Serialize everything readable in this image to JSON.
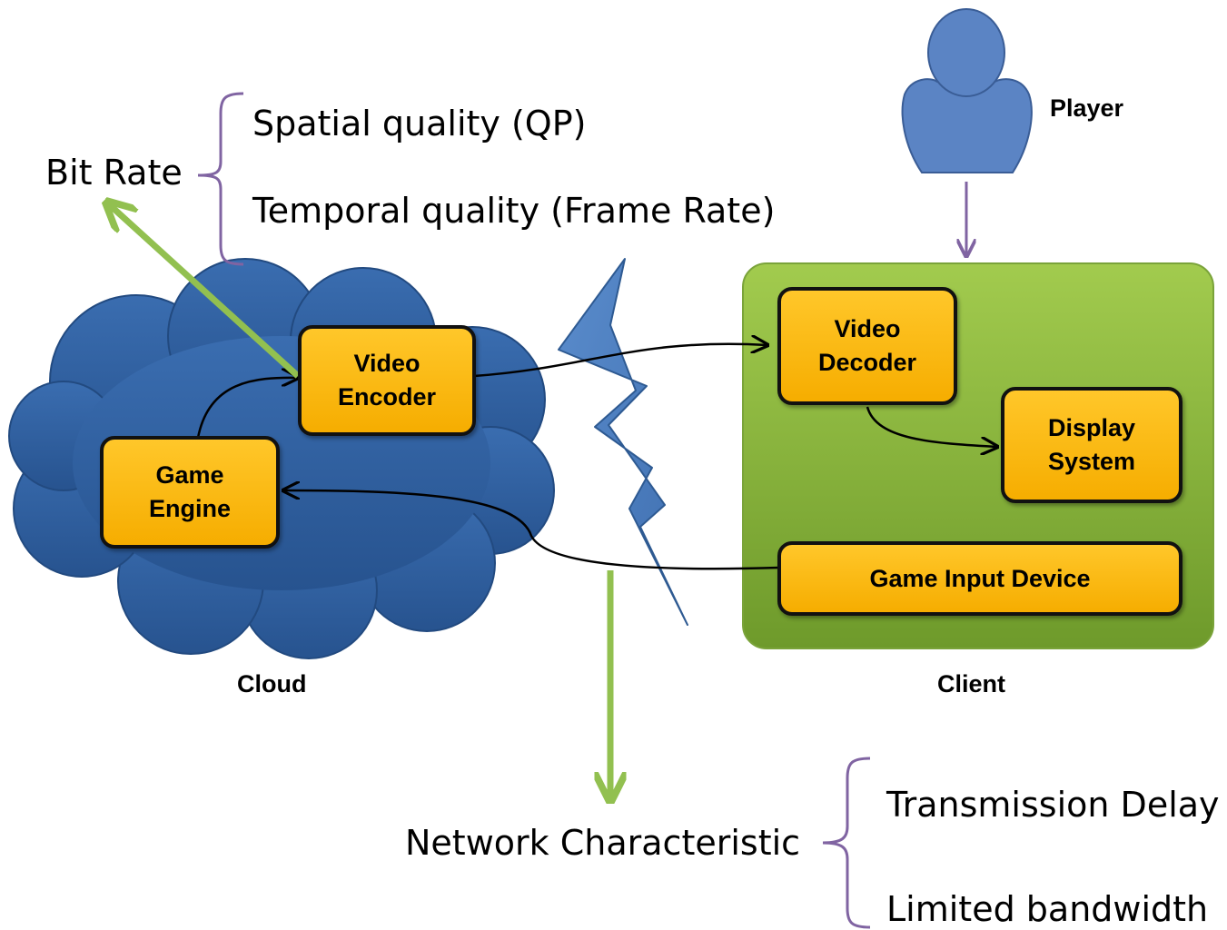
{
  "labels": {
    "bit_rate": "Bit Rate",
    "spatial_quality": "Spatial quality (QP)",
    "temporal_quality": "Temporal quality (Frame Rate)",
    "player": "Player",
    "cloud": "Cloud",
    "client": "Client",
    "network_characteristic": "Network Characteristic",
    "transmission_delay": "Transmission Delay",
    "limited_bandwidth": "Limited bandwidth"
  },
  "boxes": {
    "video_encoder": "Video\nEncoder",
    "game_engine": "Game\nEngine",
    "video_decoder": "Video\nDecoder",
    "display_system": "Display\nSystem",
    "game_input_device": "Game Input Device"
  },
  "colors": {
    "cloud_fill": "#2e5f9c",
    "client_panel": "#8fbc3f",
    "component_box": "#ffc000",
    "bracket": "#8064a2",
    "green_arrow": "#92c050",
    "lightning": "#4f81bd",
    "player_figure": "#5b84c4"
  }
}
